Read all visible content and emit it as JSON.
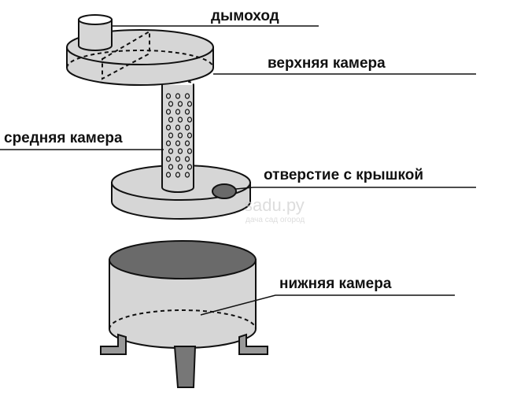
{
  "labels": {
    "chimney": "дымоход",
    "upper_chamber": "верхняя камера",
    "middle_chamber": "средняя камера",
    "hole_with_lid": "отверстие с крышкой",
    "lower_chamber": "нижняя камера"
  },
  "watermark": {
    "site": "sadu.ру",
    "tagline": "дача сад огород"
  },
  "colors": {
    "fill": "#d6d6d6",
    "dark": "#6a6a6a",
    "stroke": "#111111"
  }
}
